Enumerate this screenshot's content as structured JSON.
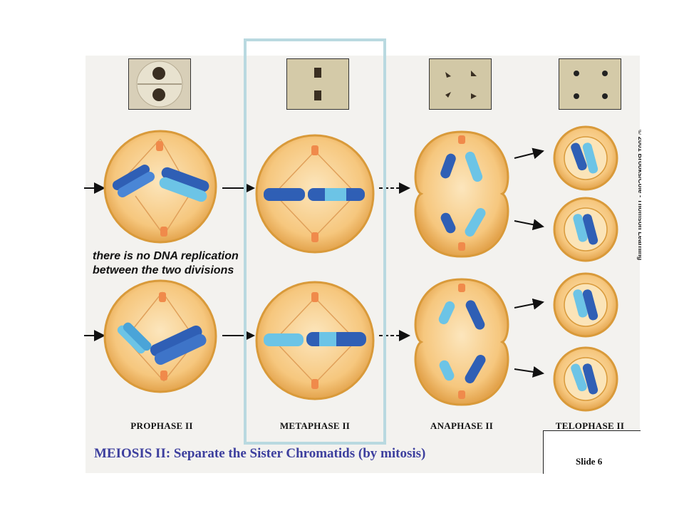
{
  "stages": [
    {
      "label": "PROPHASE II"
    },
    {
      "label": "METAPHASE II"
    },
    {
      "label": "ANAPHASE II"
    },
    {
      "label": "TELOPHASE II"
    }
  ],
  "note": {
    "line1": "there is no DNA replication",
    "line2": "between the two divisions"
  },
  "title": "MEIOSIS II:  Separate the Sister Chromatids (by mitosis)",
  "copyright": "© 2001 Brooks/Cole - Thomson Learning",
  "slide_label": "Slide 6",
  "colors": {
    "cell_fill": "#f6c77e",
    "cell_edge": "#d99a3a",
    "chrom_dark": "#2f5fb5",
    "chrom_light": "#6cc4e6",
    "highlight": "#b9d9e0",
    "title": "#3d3f9e"
  }
}
